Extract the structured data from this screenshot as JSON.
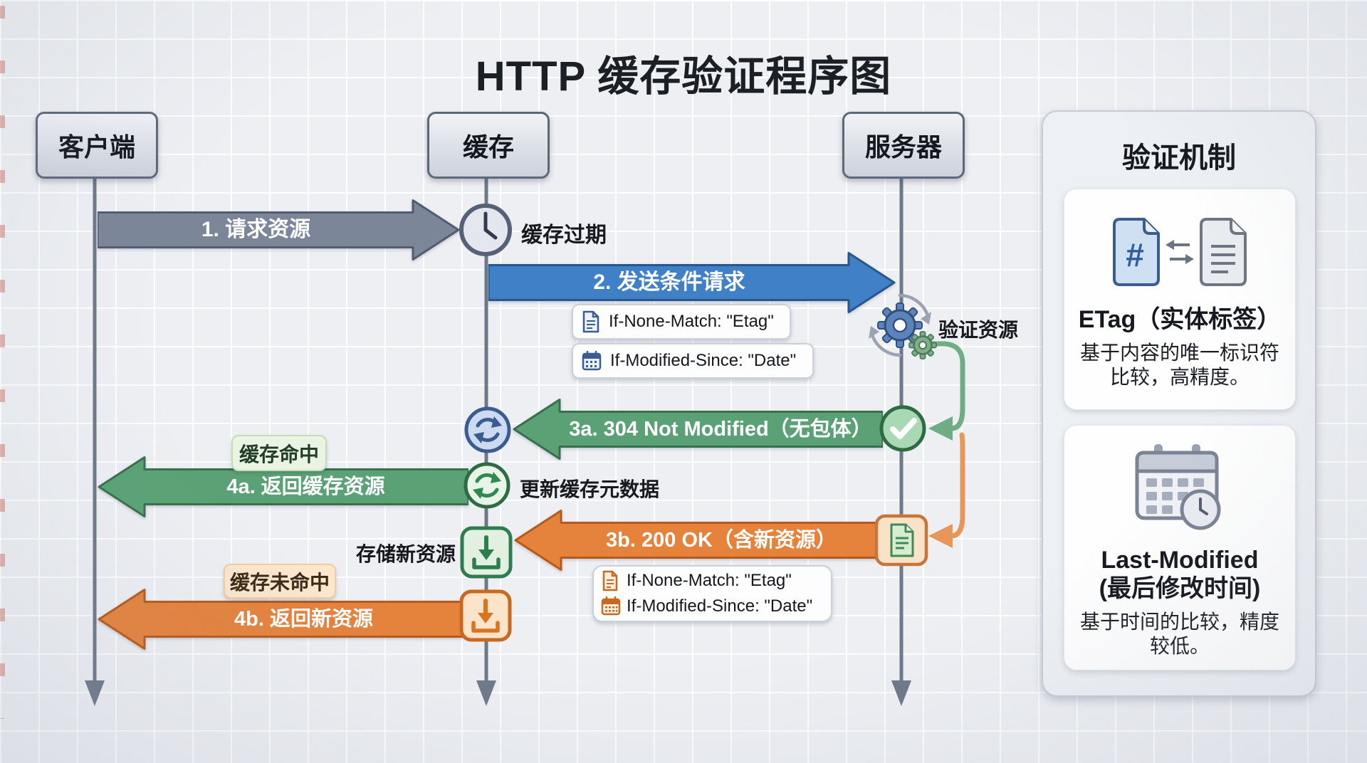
{
  "title": "HTTP 缓存验证程序图",
  "actors": {
    "client": "客户端",
    "cache": "缓存",
    "server": "服务器"
  },
  "steps": {
    "s1": {
      "label": "1. 请求资源",
      "note": "缓存过期"
    },
    "s2": {
      "label": "2. 发送条件请求",
      "note": "验证资源",
      "header_etag": "If-None-Match: \"Etag\"",
      "header_date": "If-Modified-Since: \"Date\""
    },
    "s3a": {
      "label": "3a. 304 Not Modified（无包体）",
      "badge": "缓存命中",
      "note": "更新缓存元数据"
    },
    "s4a": {
      "label": "4a. 返回缓存资源"
    },
    "s3b": {
      "label": "3b. 200 OK（含新资源）",
      "note": "存储新资源",
      "header_etag": "If-None-Match: \"Etag\"",
      "header_date": "If-Modified-Since: \"Date\""
    },
    "s4b": {
      "label": "4b. 返回新资源",
      "badge": "缓存未命中"
    }
  },
  "panel": {
    "title": "验证机制",
    "cards": [
      {
        "title": "ETag（实体标签）",
        "desc": "基于内容的唯一标识符比较，高精度。",
        "hash_glyph": "#"
      },
      {
        "title": "Last-Modified",
        "subtitle": "(最后修改时间)",
        "desc": "基于时间的比较，精度较低。"
      }
    ]
  },
  "colors": {
    "gray_arrow": "#7b8698",
    "blue_arrow": "#3f80c6",
    "green_arrow": "#5aa276",
    "orange_arrow": "#e5823c",
    "lifeline": "#6d7888"
  }
}
